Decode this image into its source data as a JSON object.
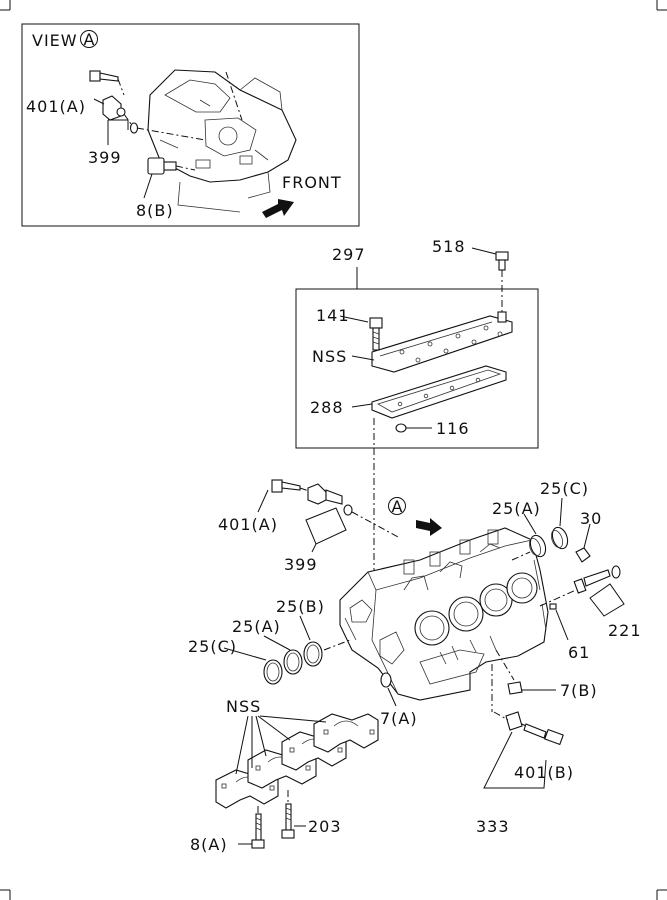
{
  "view": {
    "title": "VIEW",
    "marker": "A"
  },
  "front_label": "FRONT",
  "callout_marker": "A",
  "labels": {
    "l401a_top": "401(A)",
    "l399_top": "399",
    "l8b": "8(B)",
    "l297": "297",
    "l518": "518",
    "l141": "141",
    "lnss_top": "NSS",
    "l288": "288",
    "l116": "116",
    "l401a": "401(A)",
    "l399": "399",
    "l25c_right": "25(C)",
    "l25a_right": "25(A)",
    "l30": "30",
    "l221": "221",
    "l61": "61",
    "l25b_left": "25(B)",
    "l25a_left": "25(A)",
    "l25c_left": "25(C)",
    "l7b": "7(B)",
    "l7a": "7(A)",
    "lnss_bottom": "NSS",
    "l401b": "401(B)",
    "l333": "333",
    "l203": "203",
    "l8a": "8(A)"
  }
}
